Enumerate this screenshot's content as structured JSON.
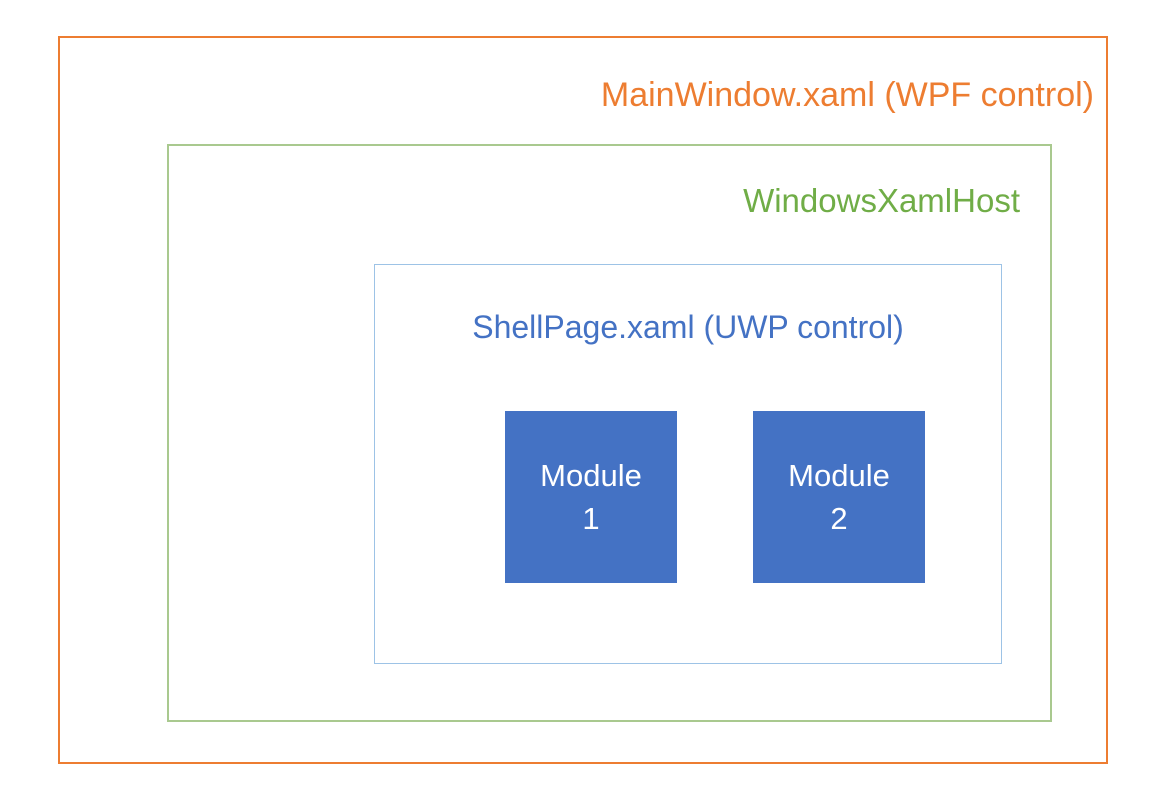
{
  "diagram": {
    "outer_box": {
      "label": "MainWindow.xaml (WPF control)",
      "border_color": "#ED7D31",
      "label_color": "#ED7D31"
    },
    "middle_box": {
      "label": "WindowsXamlHost",
      "border_color": "#A9C98F",
      "label_color": "#70AD47"
    },
    "inner_box": {
      "label": "ShellPage.xaml (UWP control)",
      "border_color": "#9DC3E6",
      "label_color": "#4472C4"
    },
    "modules": [
      {
        "label": "Module\n1"
      },
      {
        "label": "Module\n2"
      }
    ],
    "module_style": {
      "fill_color": "#4472C4",
      "text_color": "#FFFFFF"
    }
  }
}
